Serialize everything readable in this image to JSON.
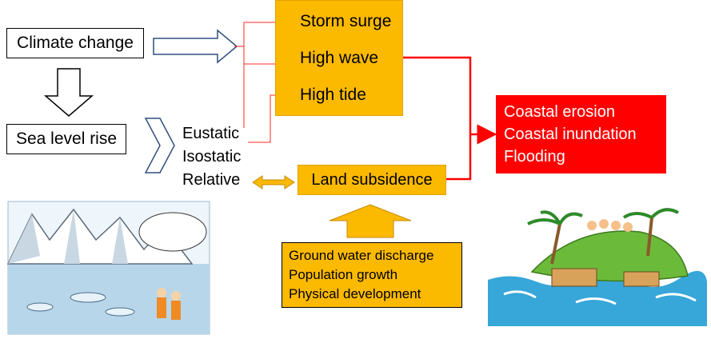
{
  "boxes": {
    "climate_change": "Climate change",
    "sea_level_rise": "Sea level rise",
    "land_subsidence": "Land subsidence"
  },
  "hazards": [
    "Storm surge",
    "High wave",
    "High tide"
  ],
  "sea_level_types": [
    "Eustatic",
    "Isostatic",
    "Relative"
  ],
  "drivers": [
    "Ground water discharge",
    "Population growth",
    "Physical development"
  ],
  "impacts": [
    "Coastal erosion",
    "Coastal inundation",
    "Flooding"
  ],
  "colors": {
    "orange": "#fbb900",
    "red": "#ff0000",
    "connector_red": "#ff2a2a",
    "arrow_outline": "#2f4f7f"
  }
}
